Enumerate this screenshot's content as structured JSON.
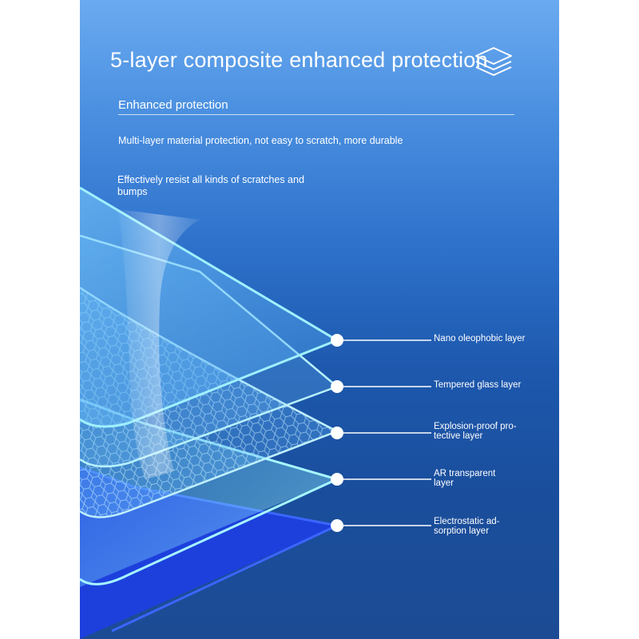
{
  "header": {
    "title": "5-layer composite enhanced protection",
    "subtitle": "Enhanced protection",
    "stack_icon": "layers-stack-icon"
  },
  "descriptions": [
    "Multi-layer material protection, not easy to scratch, more durable",
    "Effectively resist all kinds of scratches and bumps"
  ],
  "layers": [
    {
      "label": "Nano oleophobic layer"
    },
    {
      "label": "Tempered glass layer"
    },
    {
      "label": "Explosion-proof pro-tective layer"
    },
    {
      "label": "AR transparent layer"
    },
    {
      "label": "Electrostatic ad-sorption layer"
    }
  ],
  "colors": {
    "background_top": "#6aaaf0",
    "background_bottom": "#1c4b94",
    "layer_edge": "#8fe8ff",
    "bottom_layer": "#1e3fe0",
    "text": "#ffffff"
  }
}
